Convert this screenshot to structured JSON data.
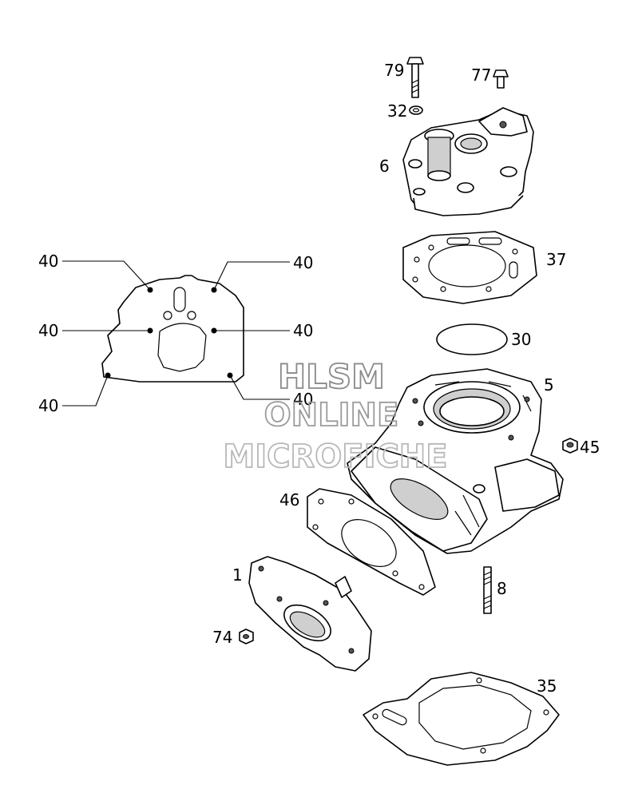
{
  "callouts": {
    "p79": "79",
    "p77": "77",
    "p32": "32",
    "p6": "6",
    "p37": "37",
    "p30": "30",
    "p5": "5",
    "p45": "45",
    "p46": "46",
    "p1": "1",
    "p8": "8",
    "p74": "74",
    "p35": "35",
    "gasket40_tl": "40",
    "gasket40_tr": "40",
    "gasket40_ml": "40",
    "gasket40_mr": "40",
    "gasket40_bl": "40",
    "gasket40_br": "40"
  },
  "watermark": {
    "line1": "HLSM",
    "line2": "ONLINE",
    "line3": "MICROFICHE"
  },
  "colors": {
    "ink": "#000000",
    "watermark_stroke": "#8a8a8a",
    "watermark_light": "#b8b8b8"
  }
}
